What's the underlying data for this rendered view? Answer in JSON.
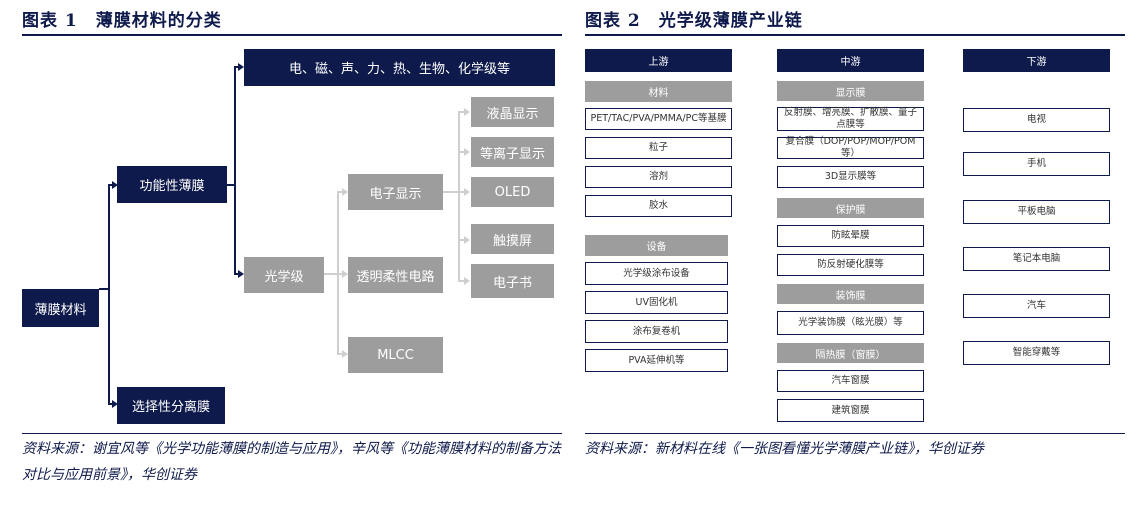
{
  "fig1": {
    "title": "图表 1　薄膜材料的分类",
    "root": "薄膜材料",
    "functional": "功能性薄膜",
    "selective": "选择性分离膜",
    "functional_types": "电、磁、声、力、热、生物、化学级等",
    "optical": "光学级",
    "optical_children": [
      "电子显示",
      "透明柔性电路",
      "MLCC"
    ],
    "display_children": [
      "液晶显示",
      "等离子显示",
      "OLED",
      "触摸屏",
      "电子书"
    ],
    "source": "资料来源：谢宜风等《光学功能薄膜的制造与应用》，辛风等《功能薄膜材料的制备方法对比与应用前景》，华创证券"
  },
  "fig2": {
    "title": "图表 2　光学级薄膜产业链",
    "upstream": {
      "header": "上游",
      "materials_label": "材料",
      "materials": [
        "PET/TAC/PVA/PMMA/PC等基膜",
        "粒子",
        "溶剂",
        "胶水"
      ],
      "equipment_label": "设备",
      "equipment": [
        "光学级涂布设备",
        "UV固化机",
        "涂布复卷机",
        "PVA延伸机等"
      ]
    },
    "midstream": {
      "header": "中游",
      "groups": [
        {
          "label": "显示膜",
          "items": [
            "反射膜、增亮膜、扩散膜、量子点膜等",
            "复合膜（DOP/POP/MOP/POM等）",
            "3D显示膜等"
          ]
        },
        {
          "label": "保护膜",
          "items": [
            "防眩晕膜",
            "防反射硬化膜等"
          ]
        },
        {
          "label": "装饰膜",
          "items": [
            "光学装饰膜（眩光膜）等"
          ]
        },
        {
          "label": "隔热膜（窗膜）",
          "items": [
            "汽车窗膜",
            "建筑窗膜"
          ]
        }
      ]
    },
    "downstream": {
      "header": "下游",
      "items": [
        "电视",
        "手机",
        "平板电脑",
        "笔记本电脑",
        "汽车",
        "智能穿戴等"
      ]
    },
    "source": "资料来源：新材料在线《一张图看懂光学薄膜产业链》，华创证券"
  }
}
